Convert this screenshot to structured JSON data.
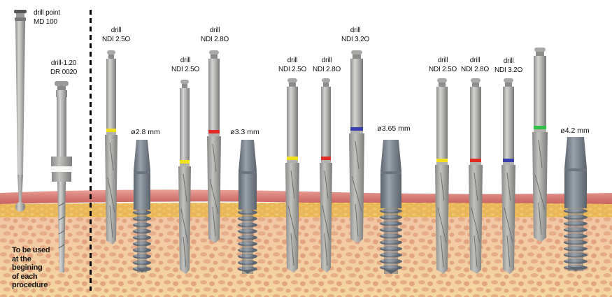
{
  "figure": {
    "intro_tools": [
      {
        "id": "drill-point",
        "line1": "drill point",
        "line2": "MD 100"
      },
      {
        "id": "drill-1-20",
        "line1": "drill-1.20",
        "line2": "DR 0020"
      }
    ],
    "intro_note": [
      "To be used",
      "at the",
      "begining",
      "of each",
      "procedure"
    ],
    "groups": [
      {
        "implant_diameter": "ø2.8 mm",
        "drills": [
          {
            "line1": "drill",
            "line2": "NDI 2.5O",
            "band_color": "#f2e21c"
          }
        ]
      },
      {
        "implant_diameter": "ø3.3 mm",
        "drills": [
          {
            "line1": "drill",
            "line2": "NDI 2.5O",
            "band_color": "#f2e21c"
          },
          {
            "line1": "drill",
            "line2": "NDI 2.8O",
            "band_color": "#e02a22"
          }
        ]
      },
      {
        "implant_diameter": "ø3.65 mm",
        "drills": [
          {
            "line1": "drill",
            "line2": "NDI 2.5O",
            "band_color": "#f2e21c"
          },
          {
            "line1": "drill",
            "line2": "NDI 2.8O",
            "band_color": "#e02a22"
          },
          {
            "line1": "drill",
            "line2": "NDI 3.2O",
            "band_color": "#3a3fb0"
          }
        ]
      },
      {
        "implant_diameter": "ø4.2 mm",
        "drills": [
          {
            "line1": "drill",
            "line2": "NDI 2.5O",
            "band_color": "#f2e21c"
          },
          {
            "line1": "drill",
            "line2": "NDI 2.8O",
            "band_color": "#e02a22"
          },
          {
            "line1": "drill",
            "line2": "NDI 3.2O",
            "band_color": "#3a3fb0"
          },
          {
            "line1": "",
            "line2": "",
            "band_color": "#2fc04a"
          }
        ]
      }
    ],
    "colors": {
      "gum": "#d9807a",
      "gum_dark": "#c8625e",
      "cortical": "#eab95a",
      "bone_bg": "#f3c9a3",
      "bone_cells": "#df9a78",
      "implant": "#7c8590",
      "drill": "#a9a9a7"
    }
  }
}
